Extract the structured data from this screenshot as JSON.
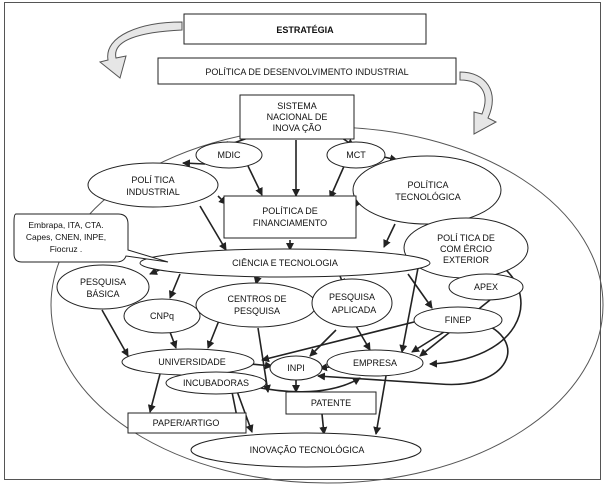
{
  "nodes": {
    "estrategia": "ESTRATÉGIA",
    "politica_desenvolvimento": "POLÍTICA DE DESENVOLVIMENTO INDUSTRIAL",
    "sistema_nacional": [
      "SISTEMA",
      "NACIONAL DE",
      "INOVA ÇÃO"
    ],
    "mdic": "MDIC",
    "mct": "MCT",
    "politica_industrial": [
      "POLÍ TICA",
      "INDUSTRIAL"
    ],
    "politica_tecnologica": [
      "POLÍTICA",
      "TECNOLÓGICA"
    ],
    "politica_financiamento": [
      "POLÍTICA DE",
      "FINANCIAMENTO"
    ],
    "politica_comercio": [
      "POLÍ TICA DE",
      "COM ÉRCIO",
      "EXTERIOR"
    ],
    "institutos_callout": [
      "Embrapa, ITA, CTA.",
      "Capes, CNEN, INPE,",
      "Fiocruz ."
    ],
    "ciencia_tecnologia": "CIÊNCIA E TECNOLOGIA",
    "pesquisa_basica": [
      "PESQUISA",
      "BÁSICA"
    ],
    "apex": "APEX",
    "cnpq": "CNPq",
    "centros_pesquisa": [
      "CENTROS DE",
      "PESQUISA"
    ],
    "pesquisa_aplicada": [
      "PESQUISA",
      "APLICADA"
    ],
    "finep": "FINEP",
    "universidade": "UNIVERSIDADE",
    "inpi": "INPI",
    "empresa": "EMPRESA",
    "incubadoras": "INCUBADORAS",
    "patente": "PATENTE",
    "paper_artigo": "PAPER/ARTIGO",
    "inovacao_tecnologica": "INOVAÇÃO TECNOLÓGICA"
  },
  "colors": {
    "stroke": "#222222",
    "fill": "#ffffff",
    "curved_arrow_fill": "#e6e6e6"
  }
}
